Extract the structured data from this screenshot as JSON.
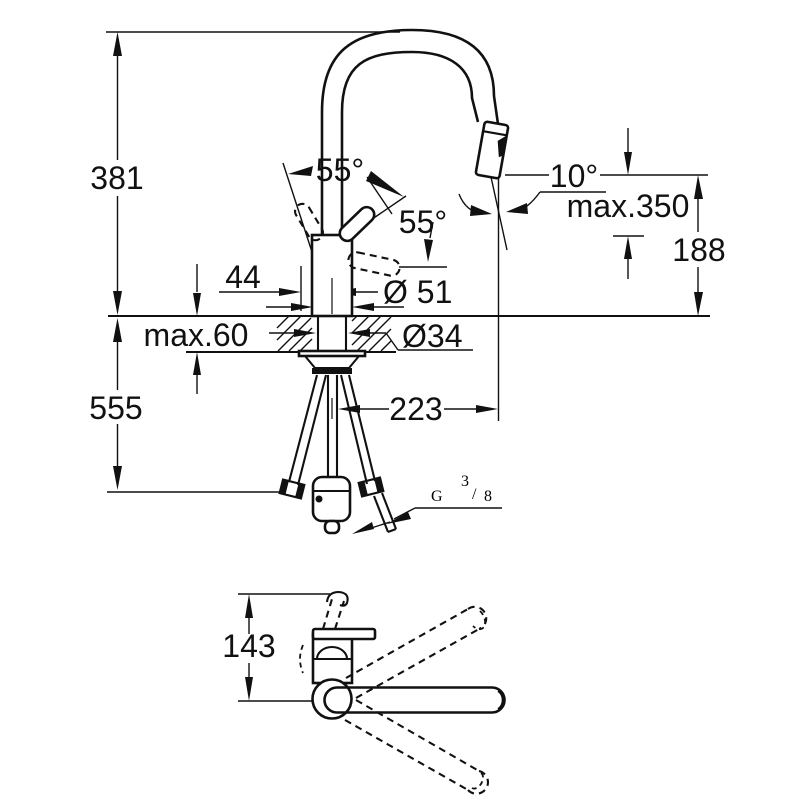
{
  "drawing": {
    "subject": "single-lever kitchen faucet with pull-out spray - dimensional technical drawing",
    "colors": {
      "ink": "#111111",
      "paper": "#ffffff"
    },
    "side_view": {
      "dims": {
        "height_above_deck": "381",
        "height_below_deck": "555",
        "deck_thickness_max": "max.60",
        "handle_offset": "44",
        "body_diameter": "Ø 51",
        "hole_diameter": "Ø34",
        "spout_projection": "223",
        "outlet_height": "188",
        "hose_extension_max": "max.350",
        "spray_head_angle": "10°",
        "handle_angle_left": "55°",
        "handle_angle_right": "55°",
        "supply_thread": {
          "g": "G",
          "num": "3",
          "slash": "/",
          "den": "8"
        }
      }
    },
    "plan_view": {
      "dims": {
        "depth_to_spout_tip": "143"
      }
    }
  }
}
